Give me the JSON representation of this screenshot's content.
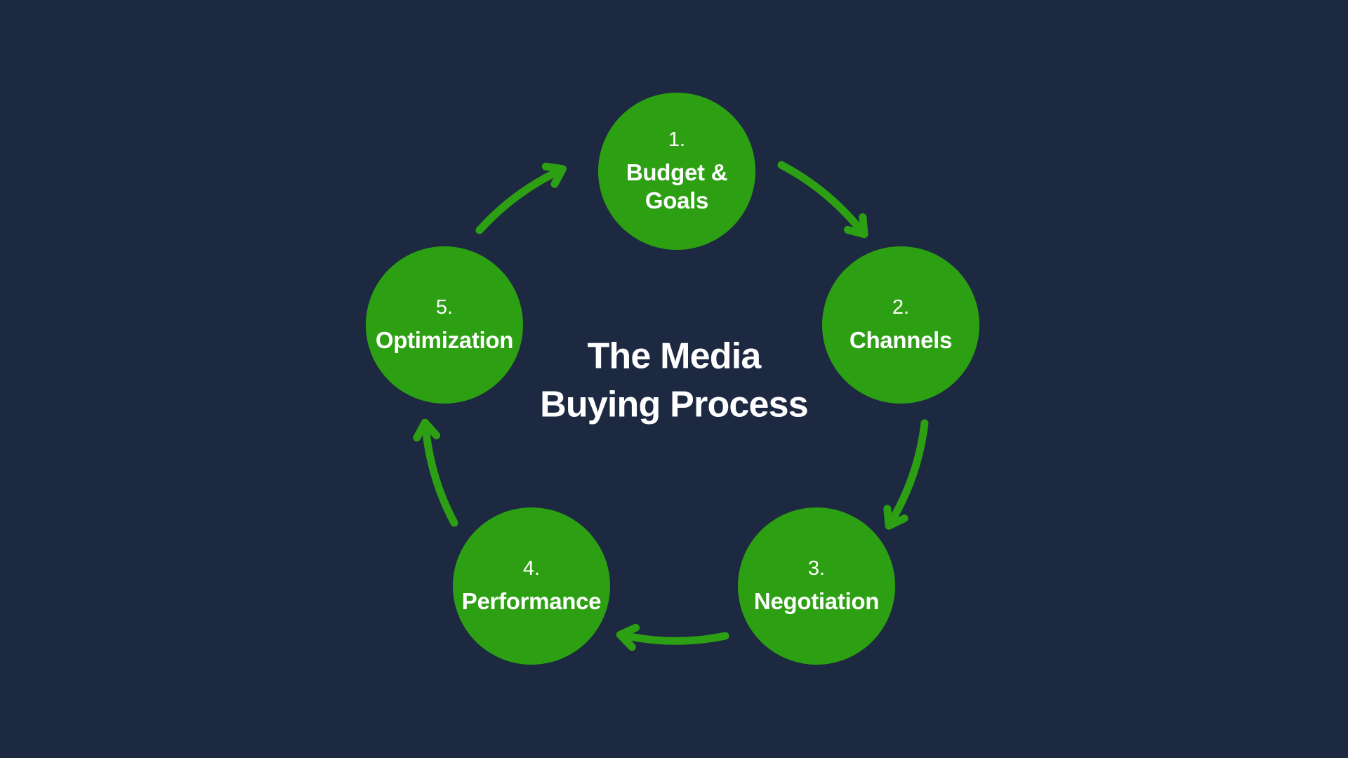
{
  "title": "The Media Buying Process",
  "colors": {
    "background": "#1d2941",
    "node": "#2ca012",
    "arrow": "#2ca012",
    "text": "#ffffff"
  },
  "steps": [
    {
      "number": "1.",
      "label": "Budget &\nGoals"
    },
    {
      "number": "2.",
      "label": "Channels"
    },
    {
      "number": "3.",
      "label": "Negotiation"
    },
    {
      "number": "4.",
      "label": "Performance"
    },
    {
      "number": "5.",
      "label": "Optimization"
    }
  ]
}
